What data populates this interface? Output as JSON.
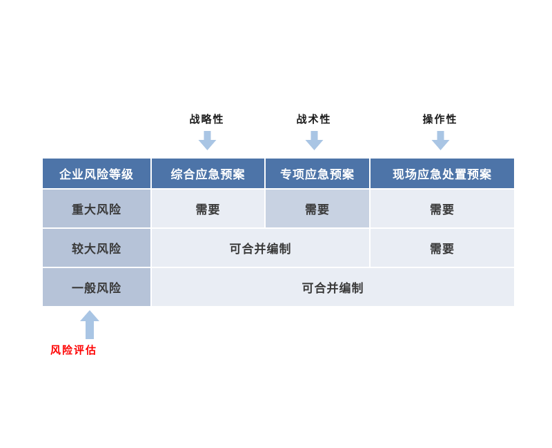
{
  "annotations": {
    "top": [
      {
        "label": "战略性"
      },
      {
        "label": "战术性"
      },
      {
        "label": "操作性"
      }
    ],
    "bottom": {
      "label": "风险评估"
    }
  },
  "table": {
    "header": [
      "企业风险等级",
      "综合应急预案",
      "专项应急预案",
      "现场应急处置预案"
    ],
    "rows": [
      {
        "label": "重大风险",
        "cells": [
          "需要",
          "需要",
          "需要"
        ]
      },
      {
        "label": "较大风险",
        "cells": [
          "可合并编制",
          "需要"
        ]
      },
      {
        "label": "一般风险",
        "cells": [
          "可合并编制"
        ]
      }
    ]
  },
  "colors": {
    "header_bg": "#4d74a8",
    "label_col_bg": "#b6c3d8",
    "highlight_cell_bg": "#c8d2e2",
    "cell_bg": "#e9edf4",
    "arrow": "#a9c5e4",
    "bottom_label_color": "#fe0000"
  }
}
